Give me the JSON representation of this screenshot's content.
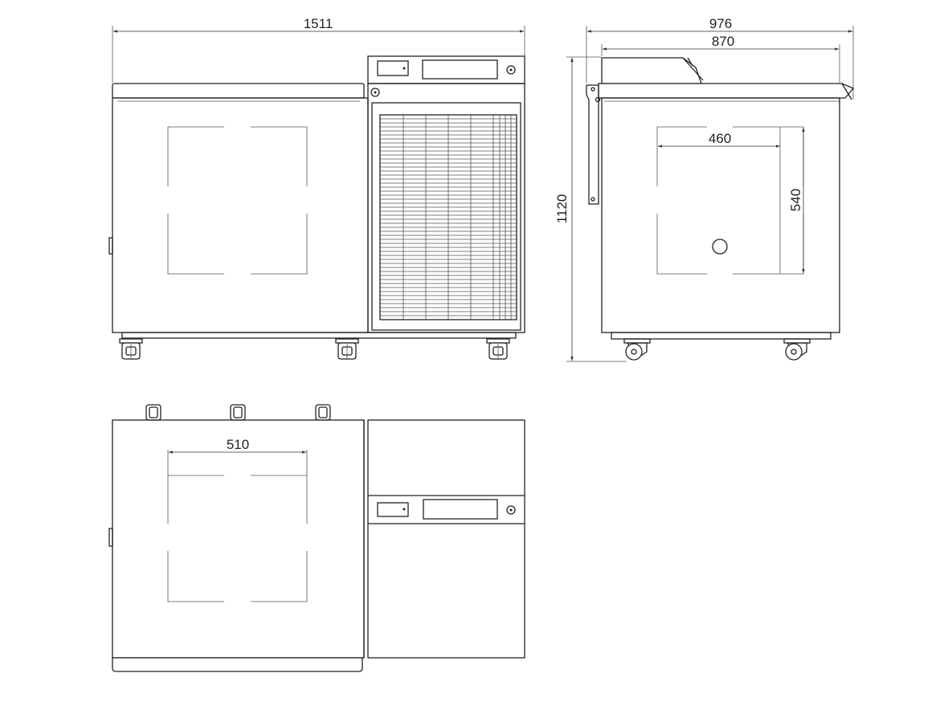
{
  "drawing": {
    "dimensions": {
      "front_width": "1511",
      "side_width": "976",
      "side_depth": "870",
      "inner_width": "460",
      "inner_depth": "540",
      "height": "1120",
      "top_inner_width": "510"
    },
    "colors": {
      "line": "#222222",
      "background": "#ffffff"
    }
  }
}
